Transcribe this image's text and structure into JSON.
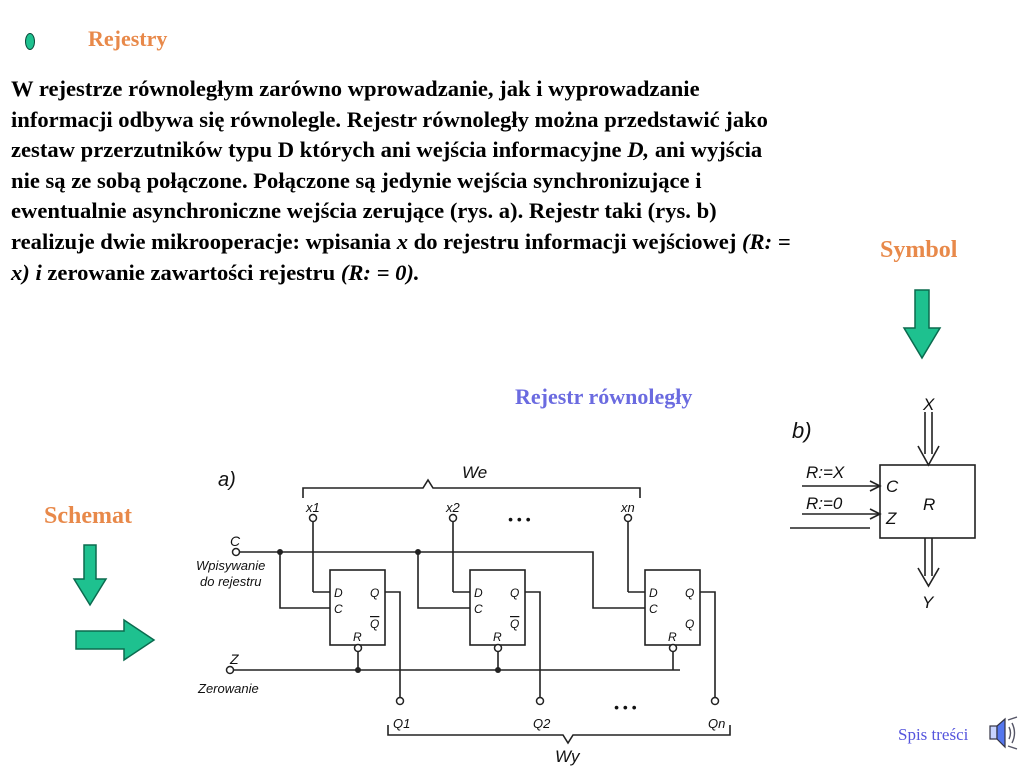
{
  "slide": {
    "title": "Rejestry",
    "paragraph": {
      "t1": "W rejestrze równoległym zarówno wprowadzanie, jak i wyprowadzanie informacji odbywa się równolegle. Rejestr równoległy można przedstawić jako zestaw przerzutników typu D których ani wejścia informacyjne ",
      "t2": "D,",
      "t3": " ani wyjścia nie są ze sobą połączone. Połączone są jedynie wejścia synchronizujące i ewentualnie asynchroniczne wejścia zerujące (rys. a). Rejestr taki (rys. b) realizuje dwie mikrooperacje: wpisania ",
      "t4": "x",
      "t5": " do rejestru informacji wejściowej ",
      "t6": "(R: = x) i",
      "t7": "  zerowanie zawartości rejestru ",
      "t8": "(R: = 0)."
    },
    "caption": "Rejestr równoległy",
    "symbol_label": "Symbol",
    "schemat_label": "Schemat",
    "footer_link": "Spis treści"
  },
  "colors": {
    "accent_orange": "#e8894a",
    "caption_blue": "#6b6be0",
    "arrow_green": "#1ec18f",
    "link_blue": "#5555dd"
  },
  "icons": {
    "bullet": "ellipse-bullet-icon",
    "arrow_down": "green-arrow-down-icon",
    "arrow_right": "green-arrow-right-icon",
    "speaker": "speaker-icon"
  },
  "diagram_a": {
    "label": "a)",
    "bus_in": "We",
    "bus_out": "Wy",
    "inputs": [
      "x1",
      "x2",
      "xn"
    ],
    "outputs": [
      "Q1",
      "Q2",
      "Qn"
    ],
    "clock": "C",
    "write_label_1": "Wpisywanie",
    "write_label_2": "do rejestru",
    "reset": "Z",
    "reset_label": "Zerowanie",
    "ff_D": "D",
    "ff_C": "C",
    "ff_Q": "Q",
    "ff_Qbar": "Q",
    "ff_R": "R",
    "ellipsis": "• • •"
  },
  "diagram_b": {
    "label": "b)",
    "input": "X",
    "output": "Y",
    "op_load": "R:=X",
    "op_reset": "R:=0",
    "pin_c": "C",
    "pin_z": "Z",
    "block": "R"
  }
}
